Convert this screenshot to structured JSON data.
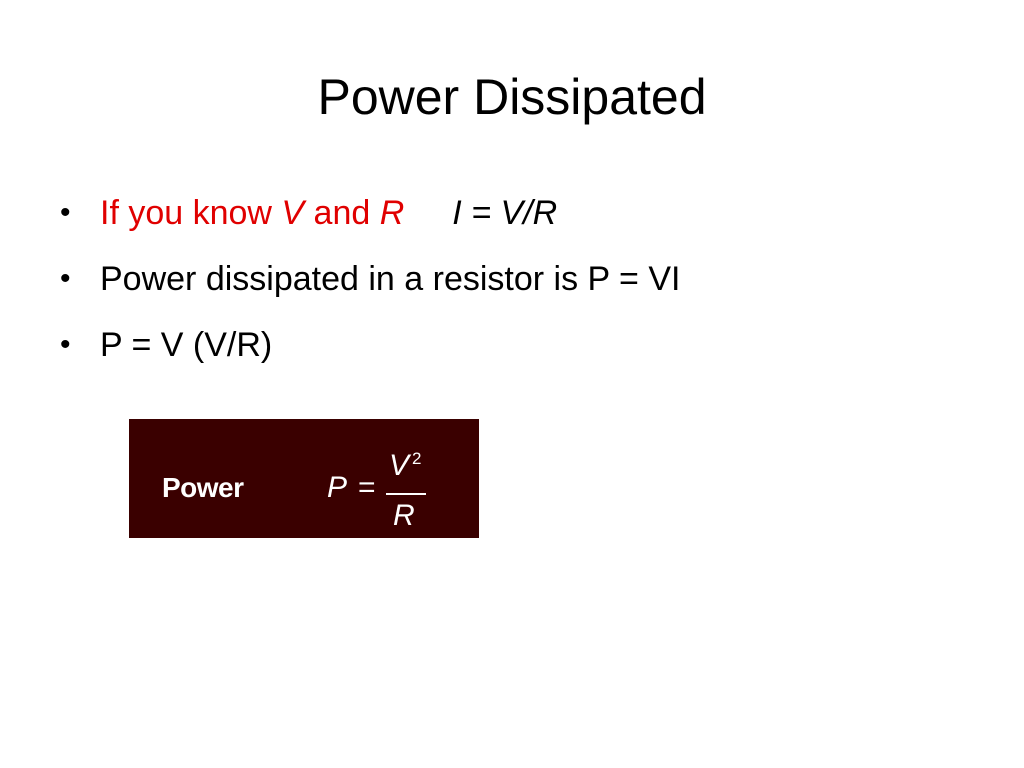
{
  "slide": {
    "title": "Power Dissipated",
    "bullets": [
      {
        "marker": "•",
        "parts": {
          "p1": "If you know ",
          "v": "V",
          "p2": " and ",
          "r": "R",
          "formula": "I = V/R"
        }
      },
      {
        "marker": "•",
        "text": "Power dissipated in a resistor is P = VI"
      },
      {
        "marker": "•",
        "text": "P = V (V/R)"
      }
    ],
    "formula_box": {
      "label": "Power",
      "lhs": "P",
      "equals": "=",
      "numerator": "V",
      "exponent": "2",
      "denominator": "R",
      "background": "#3a0000"
    },
    "colors": {
      "highlight": "#e00000",
      "text": "#000000"
    }
  }
}
